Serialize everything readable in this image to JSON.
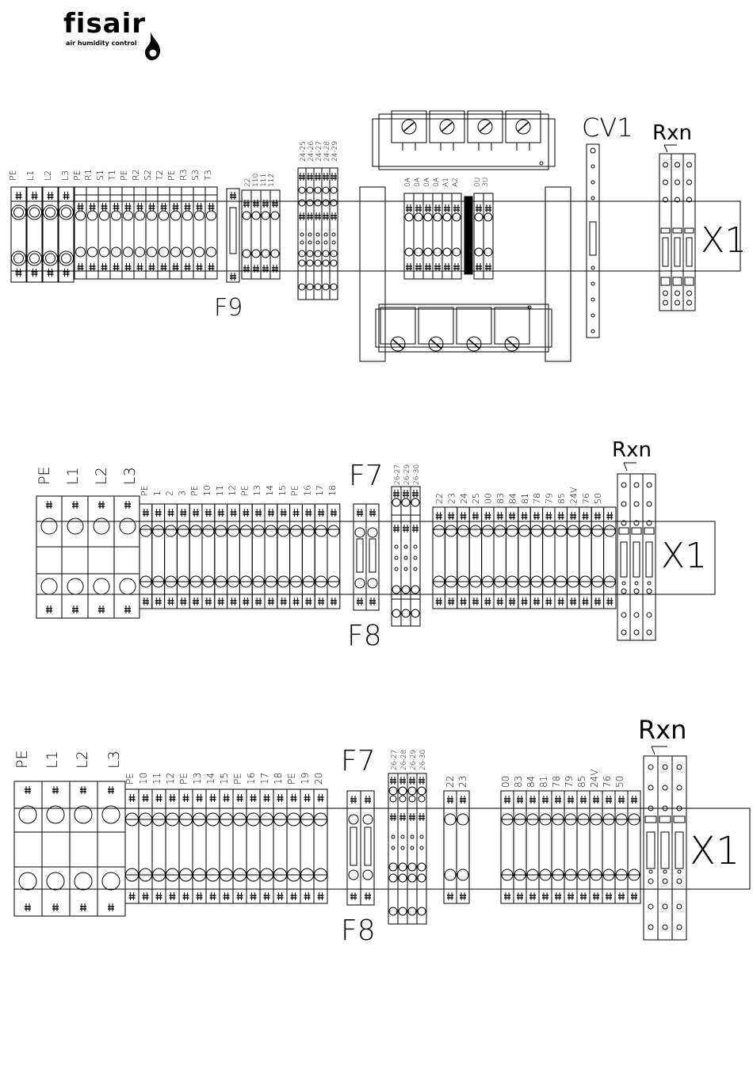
{
  "logo": {
    "brand": "fisair",
    "tagline": "air humidity control"
  },
  "section1": {
    "main_labels": [
      "PE",
      "L1",
      "L2",
      "L3",
      "PE",
      "R1",
      "S1",
      "T1",
      "PE",
      "R2",
      "S2",
      "T2",
      "PE",
      "R3",
      "S3",
      "T3"
    ],
    "fuse_label": "F9",
    "group2_labels": [
      "22",
      "110",
      "111",
      "112"
    ],
    "relay_block_labels": [
      "24-25",
      "24-26",
      "24-27",
      "24-28",
      "24-29"
    ],
    "contactor_labels": [
      "0A",
      "0A",
      "0A",
      "0A",
      "A1",
      "A2",
      "0U",
      "3U"
    ],
    "cv_label": "CV1",
    "rxn_label": "Rxn",
    "x1_label": "X1"
  },
  "section2": {
    "main_labels": [
      "PE",
      "L1",
      "L2",
      "L3"
    ],
    "terminal_labels": [
      "PE",
      "1",
      "2",
      "3",
      "PE",
      "10",
      "11",
      "12",
      "PE",
      "13",
      "14",
      "15",
      "PE",
      "16",
      "17",
      "18"
    ],
    "fuse_top": "F7",
    "fuse_bottom": "F8",
    "relay_block_labels": [
      "26-27",
      "26-29",
      "26-30"
    ],
    "right_labels": [
      "22",
      "23",
      "24",
      "25",
      "00",
      "83",
      "84",
      "81",
      "78",
      "79",
      "85",
      "24V",
      "76",
      "50"
    ],
    "rxn_label": "Rxn",
    "x1_label": "X1"
  },
  "section3": {
    "main_labels": [
      "PE",
      "L1",
      "L2",
      "L3"
    ],
    "terminal_labels": [
      "PE",
      "10",
      "11",
      "12",
      "PE",
      "13",
      "14",
      "15",
      "PE",
      "16",
      "17",
      "18",
      "PE",
      "19",
      "20"
    ],
    "fuse_top": "F7",
    "fuse_bottom": "F8",
    "relay_block_labels": [
      "26-27",
      "26-28",
      "26-29",
      "26-30"
    ],
    "mid_labels": [
      "22",
      "23"
    ],
    "right_labels": [
      "00",
      "83",
      "84",
      "81",
      "78",
      "79",
      "85",
      "24V",
      "76",
      "50"
    ],
    "rxn_label": "Rxn",
    "x1_label": "X1"
  }
}
